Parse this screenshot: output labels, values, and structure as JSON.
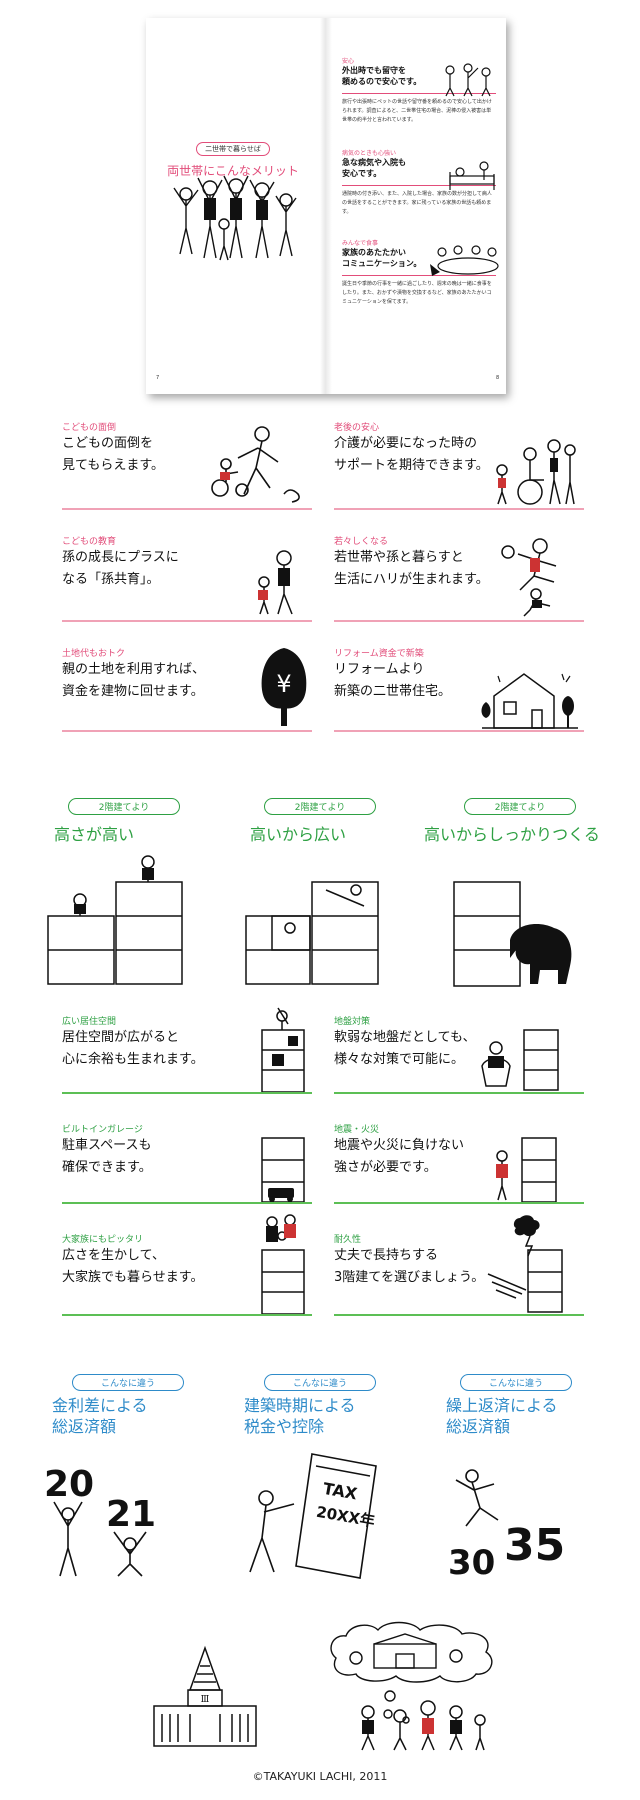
{
  "booklet": {
    "left_tag": "二世帯で暮らせば",
    "left_title": "両世帯にこんなメリット",
    "page_left": "7",
    "page_right": "8",
    "items": [
      {
        "label": "安心",
        "heading": "外出時でも留守を\n頼めるので安心です。",
        "body": "旅行や出張時にペットの世話や留守番を頼めるので安心して出かけられます。調査によると、二世帯住宅の場合、泥棒の侵入被害は単世帯の約半分と言われています。"
      },
      {
        "label": "病気のときも心強い",
        "heading": "急な病気や入院も\n安心です。",
        "body": "通院時の付き添い、また、入院した場合、家族の数が分担して病人の世話をすることができます。家に残っている家族の世話も頼めます。"
      },
      {
        "label": "みんなで食事",
        "heading": "家族のあたたかい\nコミュニケーション。",
        "body": "誕生日や季節の行事を一緒に過ごしたり、週末の晩は一緒に食事をしたり。また、おかずや漬物を交換するなど、家族のあたたかいコミュニケーションを保てます。"
      }
    ]
  },
  "pink_section": [
    {
      "cat": "こどもの面倒",
      "text": "こどもの面倒を\n見てもらえます。"
    },
    {
      "cat": "老後の安心",
      "text": "介護が必要になった時の\nサポートを期待できます。"
    },
    {
      "cat": "こどもの教育",
      "text": "孫の成長にプラスに\nなる「孫共育」。"
    },
    {
      "cat": "若々しくなる",
      "text": "若世帯や孫と暮らすと\n生活にハリが生まれます。"
    },
    {
      "cat": "土地代もおトク",
      "text": "親の土地を利用すれば、\n資金を建物に回せます。"
    },
    {
      "cat": "リフォーム資金で新築",
      "text": "リフォームより\n新築の二世帯住宅。"
    }
  ],
  "green_headers": [
    {
      "tag": "2階建てより",
      "title": "高さが高い"
    },
    {
      "tag": "2階建てより",
      "title": "高いから広い"
    },
    {
      "tag": "2階建てより",
      "title": "高いからしっかりつくる"
    }
  ],
  "green_section": [
    {
      "cat": "広い居住空間",
      "text": "居住空間が広がると\n心に余裕も生まれます。"
    },
    {
      "cat": "地盤対策",
      "text": "軟弱な地盤だとしても、\n様々な対策で可能に。"
    },
    {
      "cat": "ビルトインガレージ",
      "text": "駐車スペースも\n確保できます。"
    },
    {
      "cat": "地震・火災",
      "text": "地震や火災に負けない\n強さが必要です。"
    },
    {
      "cat": "大家族にもピッタリ",
      "text": "広さを生かして、\n大家族でも暮らせます。"
    },
    {
      "cat": "耐久性",
      "text": "丈夫で長持ちする\n3階建てを選びましょう。"
    }
  ],
  "blue_section": [
    {
      "tag": "こんなに違う",
      "title": "金利差による\n総返済額"
    },
    {
      "tag": "こんなに違う",
      "title": "建築時期による\n税金や控除"
    },
    {
      "tag": "こんなに違う",
      "title": "繰上返済による\n総返済額"
    }
  ],
  "illustration_text": {
    "year1": "20",
    "year2": "21",
    "tax": "TAX",
    "tax_year": "20XX年",
    "n1": "30",
    "n2": "35",
    "yen": "¥",
    "diet": "Ⅲ"
  },
  "colors": {
    "pink": "#e24d7a",
    "green": "#2ea043",
    "blue": "#2e8bc9"
  },
  "copyright": "©TAKAYUKI LACHI, 2011"
}
